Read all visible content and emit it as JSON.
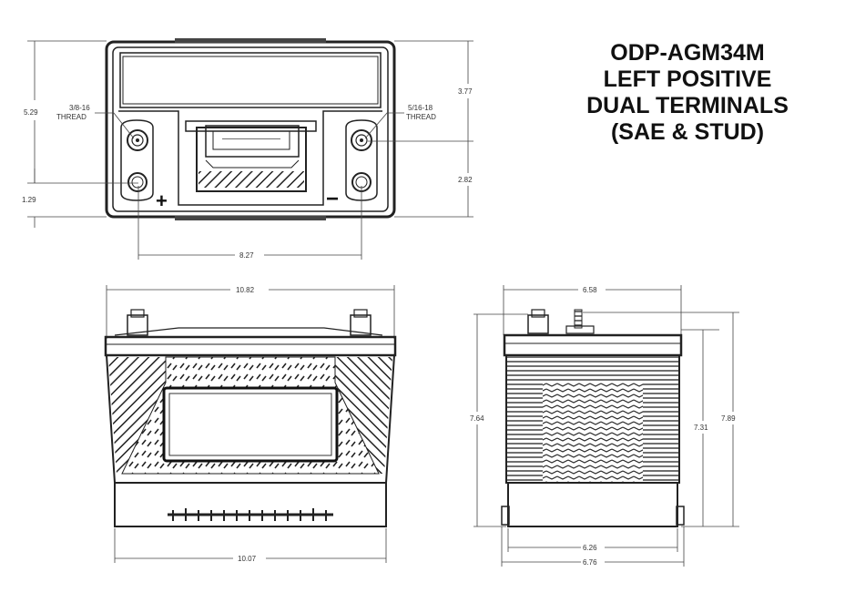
{
  "title": {
    "lines": [
      "ODP-AGM34M",
      "LEFT POSITIVE",
      "DUAL TERMINALS",
      "(SAE & STUD)"
    ]
  },
  "top_view": {
    "dims": {
      "overall_depth": "5.29",
      "upper_section": "3.77",
      "lower_section": "2.82",
      "terminal_offset": "1.29",
      "terminal_spacing": "8.27"
    },
    "left_thread": [
      "3/8-16",
      "THREAD"
    ],
    "right_thread": [
      "5/16-18",
      "THREAD"
    ],
    "positive_symbol": "+",
    "negative_symbol": "−"
  },
  "front_view": {
    "dims": {
      "top_length": "10.82",
      "base_length": "10.07"
    }
  },
  "side_view": {
    "dims": {
      "top_width": "6.58",
      "height_left": "7.64",
      "height_case": "7.31",
      "height_total": "7.89",
      "base_width": "6.26",
      "overall_width": "6.76"
    }
  }
}
